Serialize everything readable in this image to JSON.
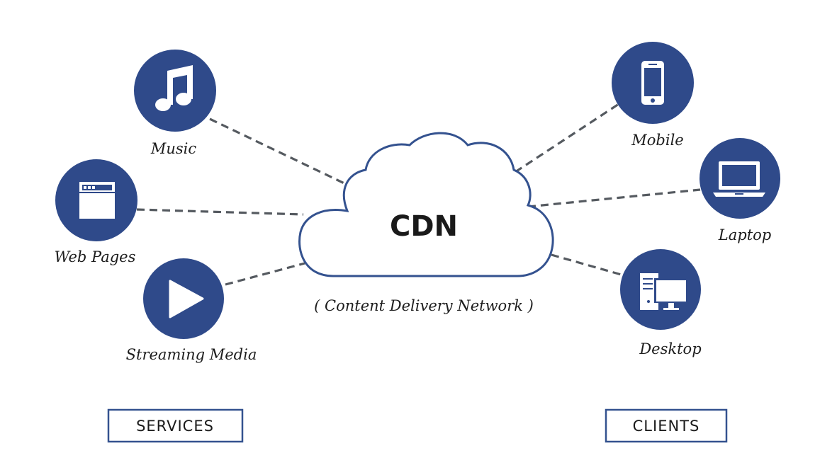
{
  "diagram": {
    "title": "CDN",
    "subtitle": "( Content Delivery Network )",
    "colors": {
      "node_fill": "#2f4a8a",
      "cloud_stroke": "#34528f",
      "link": "#555a60",
      "box_border": "#34528f",
      "icon": "#ffffff"
    },
    "services": {
      "group_label": "SERVICES",
      "nodes": [
        {
          "id": "music",
          "label": "Music",
          "icon": "music-note-icon"
        },
        {
          "id": "web-pages",
          "label": "Web Pages",
          "icon": "browser-window-icon"
        },
        {
          "id": "streaming-media",
          "label": "Streaming Media",
          "icon": "play-icon"
        }
      ]
    },
    "clients": {
      "group_label": "CLIENTS",
      "nodes": [
        {
          "id": "mobile",
          "label": "Mobile",
          "icon": "smartphone-icon"
        },
        {
          "id": "laptop",
          "label": "Laptop",
          "icon": "laptop-icon"
        },
        {
          "id": "desktop",
          "label": "Desktop",
          "icon": "desktop-computer-icon"
        }
      ]
    },
    "edges": [
      {
        "from": "music",
        "to": "cdn"
      },
      {
        "from": "web-pages",
        "to": "cdn"
      },
      {
        "from": "streaming-media",
        "to": "cdn"
      },
      {
        "from": "cdn",
        "to": "mobile"
      },
      {
        "from": "cdn",
        "to": "laptop"
      },
      {
        "from": "cdn",
        "to": "desktop"
      }
    ]
  }
}
